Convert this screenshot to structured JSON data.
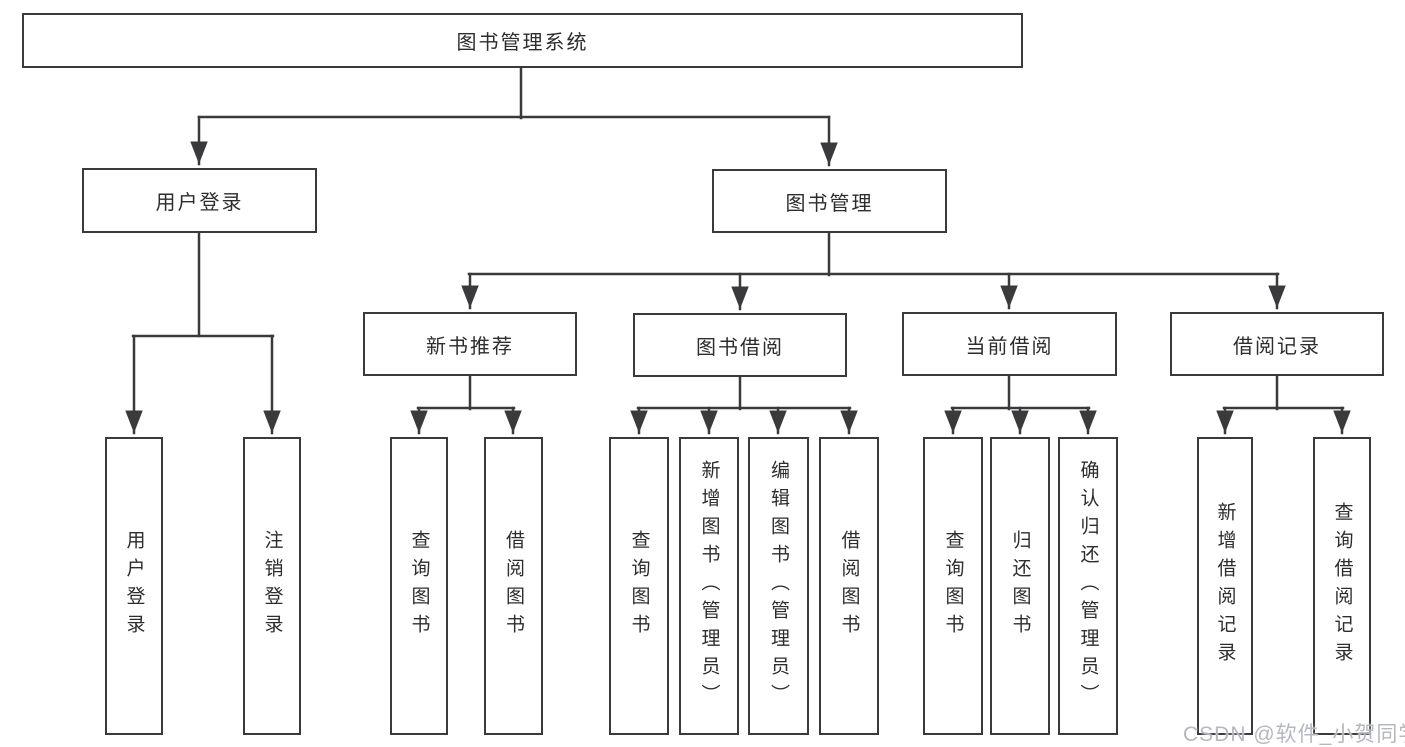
{
  "diagram": {
    "watermark": "CSDN @软件_小贺同学",
    "colors": {
      "line": "#3a3a3c",
      "text": "#2d2d2d",
      "watermark": "#b5b8bd"
    },
    "tree": {
      "label": "图书管理系统",
      "children": [
        {
          "label": "用户登录",
          "children": [
            {
              "label": "用户登录"
            },
            {
              "label": "注销登录"
            }
          ]
        },
        {
          "label": "图书管理",
          "children": [
            {
              "label": "新书推荐",
              "children": [
                {
                  "label": "查询图书"
                },
                {
                  "label": "借阅图书"
                }
              ]
            },
            {
              "label": "图书借阅",
              "children": [
                {
                  "label": "查询图书"
                },
                {
                  "label": "新增图书（管理员）"
                },
                {
                  "label": "编辑图书（管理员）"
                },
                {
                  "label": "借阅图书"
                }
              ]
            },
            {
              "label": "当前借阅",
              "children": [
                {
                  "label": "查询图书"
                },
                {
                  "label": "归还图书"
                },
                {
                  "label": "确认归还（管理员）"
                }
              ]
            },
            {
              "label": "借阅记录",
              "children": [
                {
                  "label": "新增借阅记录"
                },
                {
                  "label": "查询借阅记录"
                }
              ]
            }
          ]
        }
      ]
    }
  }
}
